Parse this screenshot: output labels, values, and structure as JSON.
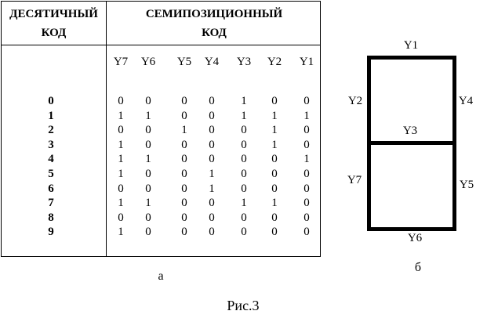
{
  "table": {
    "header_left": [
      "ДЕСЯТИЧНЫЙ",
      "КОД"
    ],
    "header_right": [
      "СЕМИПОЗИЦИОННЫЙ",
      "КОД"
    ],
    "columns": [
      "Y7",
      "Y6",
      "Y5",
      "Y4",
      "Y3",
      "Y2",
      "Y1"
    ],
    "rows": [
      {
        "dec": "0",
        "bits": [
          "0",
          "0",
          "0",
          "0",
          "1",
          "0",
          "0"
        ]
      },
      {
        "dec": "1",
        "bits": [
          "1",
          "1",
          "0",
          "0",
          "1",
          "1",
          "1"
        ]
      },
      {
        "dec": "2",
        "bits": [
          "0",
          "0",
          "1",
          "0",
          "0",
          "1",
          "0"
        ]
      },
      {
        "dec": "3",
        "bits": [
          "1",
          "0",
          "0",
          "0",
          "0",
          "1",
          "0"
        ]
      },
      {
        "dec": "4",
        "bits": [
          "1",
          "1",
          "0",
          "0",
          "0",
          "0",
          "1"
        ]
      },
      {
        "dec": "5",
        "bits": [
          "1",
          "0",
          "0",
          "1",
          "0",
          "0",
          "0"
        ]
      },
      {
        "dec": "6",
        "bits": [
          "0",
          "0",
          "0",
          "1",
          "0",
          "0",
          "0"
        ]
      },
      {
        "dec": "7",
        "bits": [
          "1",
          "1",
          "0",
          "0",
          "1",
          "1",
          "0"
        ]
      },
      {
        "dec": "8",
        "bits": [
          "0",
          "0",
          "0",
          "0",
          "0",
          "0",
          "0"
        ]
      },
      {
        "dec": "9",
        "bits": [
          "1",
          "0",
          "0",
          "0",
          "0",
          "0",
          "0"
        ]
      }
    ]
  },
  "diagram": {
    "labels": {
      "Y1": "Y1",
      "Y2": "Y2",
      "Y3": "Y3",
      "Y4": "Y4",
      "Y5": "Y5",
      "Y6": "Y6",
      "Y7": "Y7"
    },
    "segment_color": "#000000"
  },
  "captions": {
    "a": "а",
    "b": "б",
    "figure": "Рис.3"
  }
}
